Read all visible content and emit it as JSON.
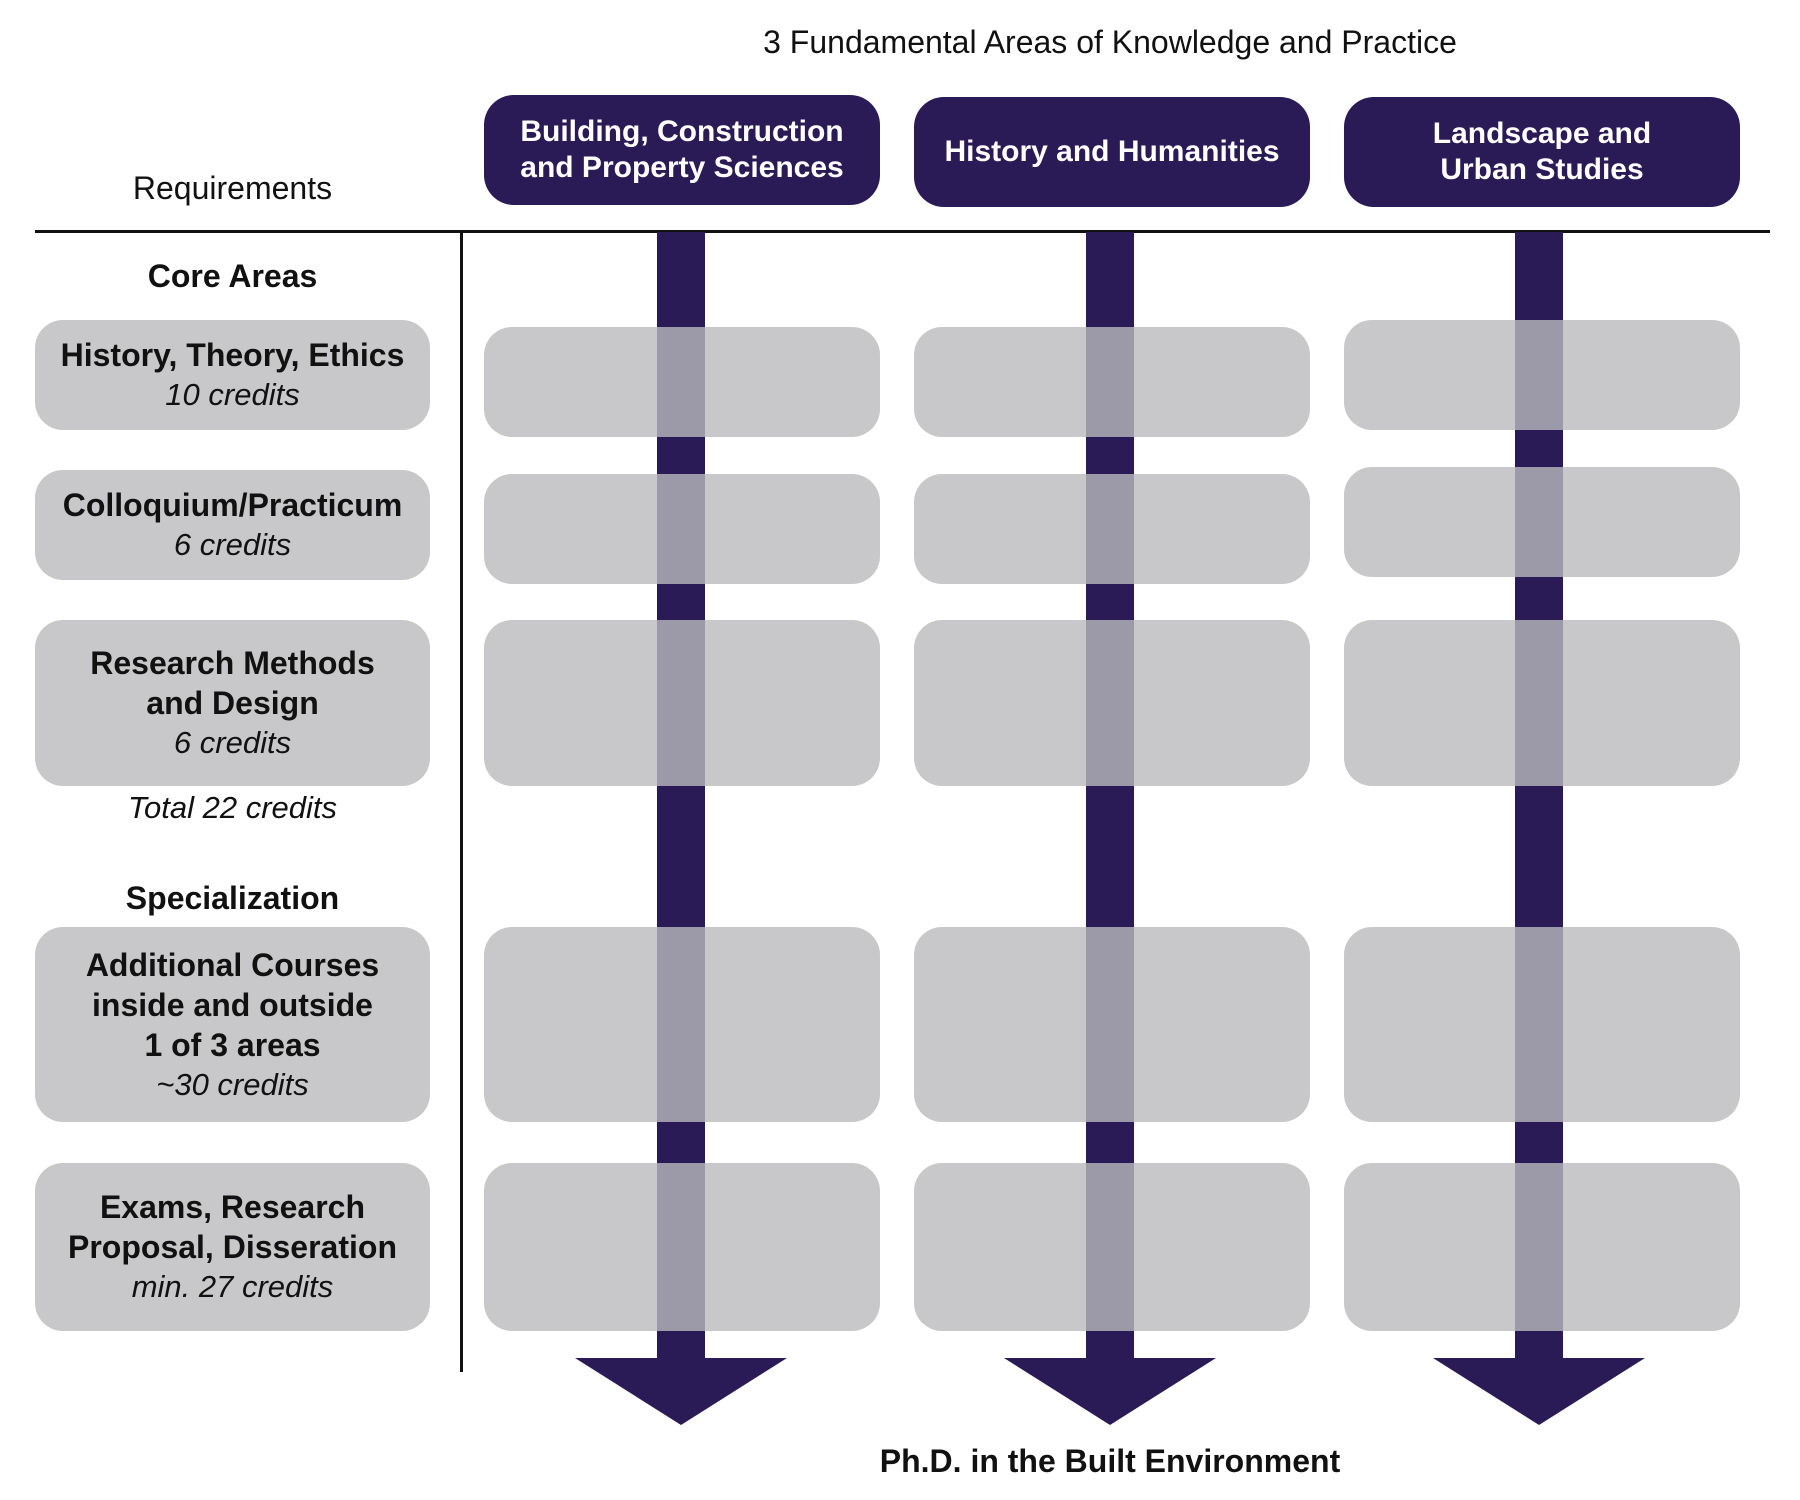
{
  "diagram_title": "3 Fundamental Areas of Knowledge and Practice",
  "requirements_header": "Requirements",
  "areas": [
    {
      "label": "Building, Construction\nand Property Sciences"
    },
    {
      "label": "History and Humanities"
    },
    {
      "label": "Landscape and\nUrban Studies"
    }
  ],
  "core_areas": {
    "heading": "Core Areas",
    "items": [
      {
        "name": "History, Theory, Ethics",
        "credits": "10 credits"
      },
      {
        "name": "Colloquium/Practicum",
        "credits": "6 credits"
      },
      {
        "name": "Research Methods\nand Design",
        "credits": "6 credits"
      }
    ],
    "total": "Total 22 credits"
  },
  "specialization": {
    "heading": "Specialization",
    "items": [
      {
        "name": "Additional Courses\ninside and outside\n1 of 3 areas",
        "credits": "~30 credits"
      },
      {
        "name": "Exams, Research\nProposal, Disseration",
        "credits": "min. 27 credits"
      }
    ]
  },
  "outcome": "Ph.D. in the Built Environment",
  "colors": {
    "accent": "#2a1a56",
    "cell": "#c8c8ca",
    "overlap": "#9c99a8",
    "line": "#111111"
  }
}
